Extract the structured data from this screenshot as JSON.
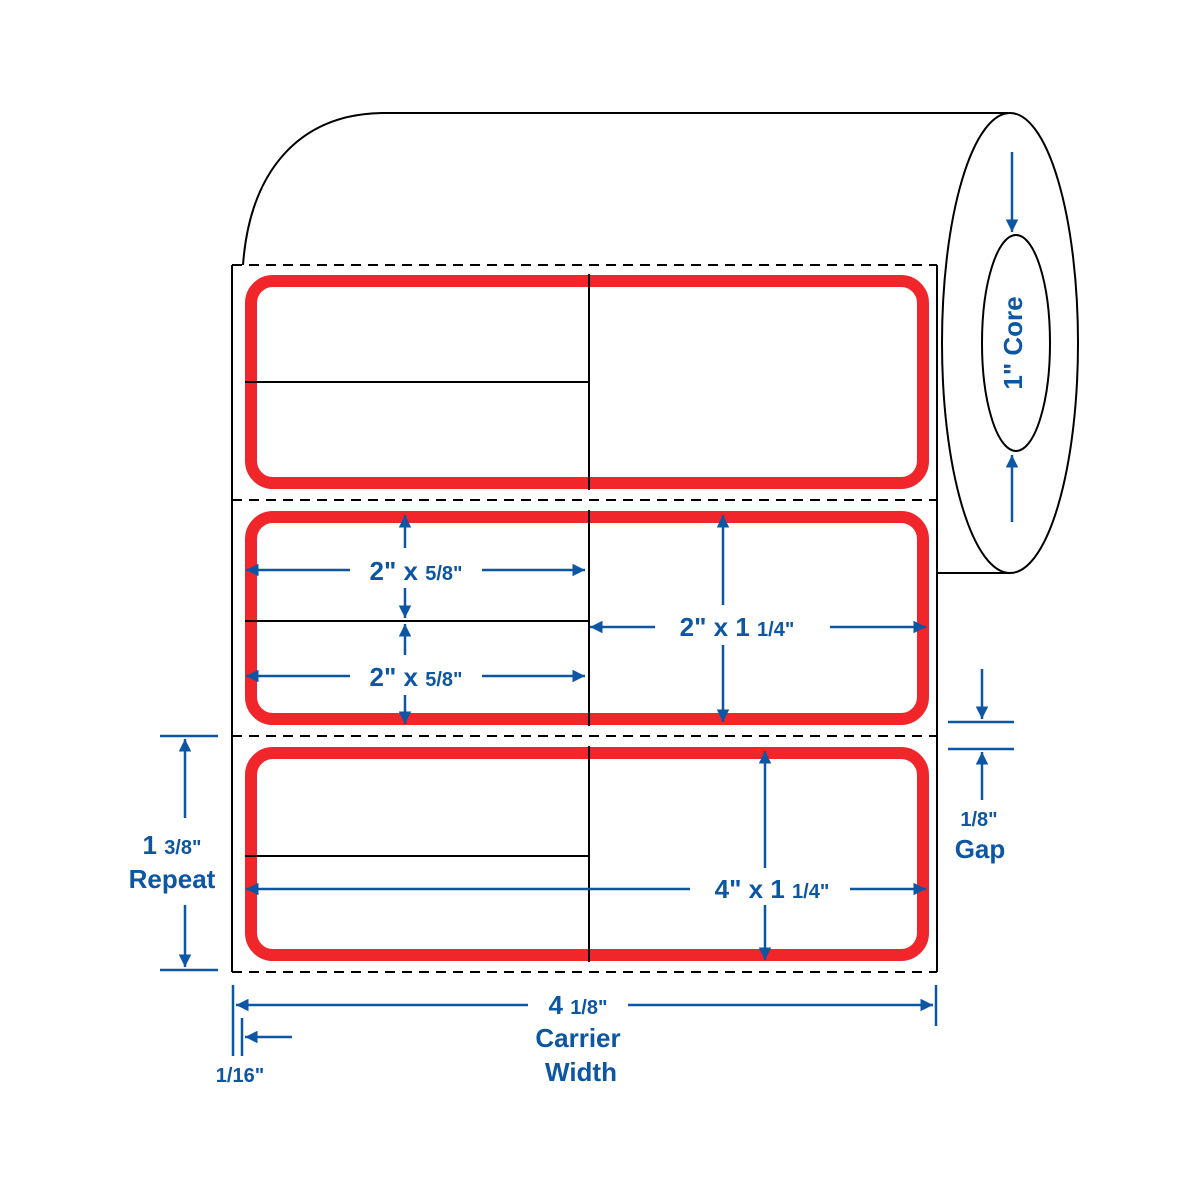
{
  "core_label": "1\" Core",
  "dims": {
    "half_label_top": {
      "main": "2\" x ",
      "frac": "5/8\""
    },
    "half_label_bottom": {
      "main": "2\" x ",
      "frac": "5/8\""
    },
    "right_label": {
      "main": "2\" x 1 ",
      "frac": "1/4\""
    },
    "full_label": {
      "main": "4\" x 1 ",
      "frac": "1/4\""
    },
    "repeat": {
      "main": "1 ",
      "frac": "3/8\"",
      "word": "Repeat"
    },
    "gap": {
      "value": "1/8\"",
      "word": "Gap"
    },
    "carrier": {
      "main": "4 ",
      "frac": "1/8\"",
      "word1": "Carrier",
      "word2": "Width"
    },
    "liner_margin": "1/16\""
  },
  "colors": {
    "dimension": "#0d56a3",
    "label_border": "#f0262b"
  }
}
